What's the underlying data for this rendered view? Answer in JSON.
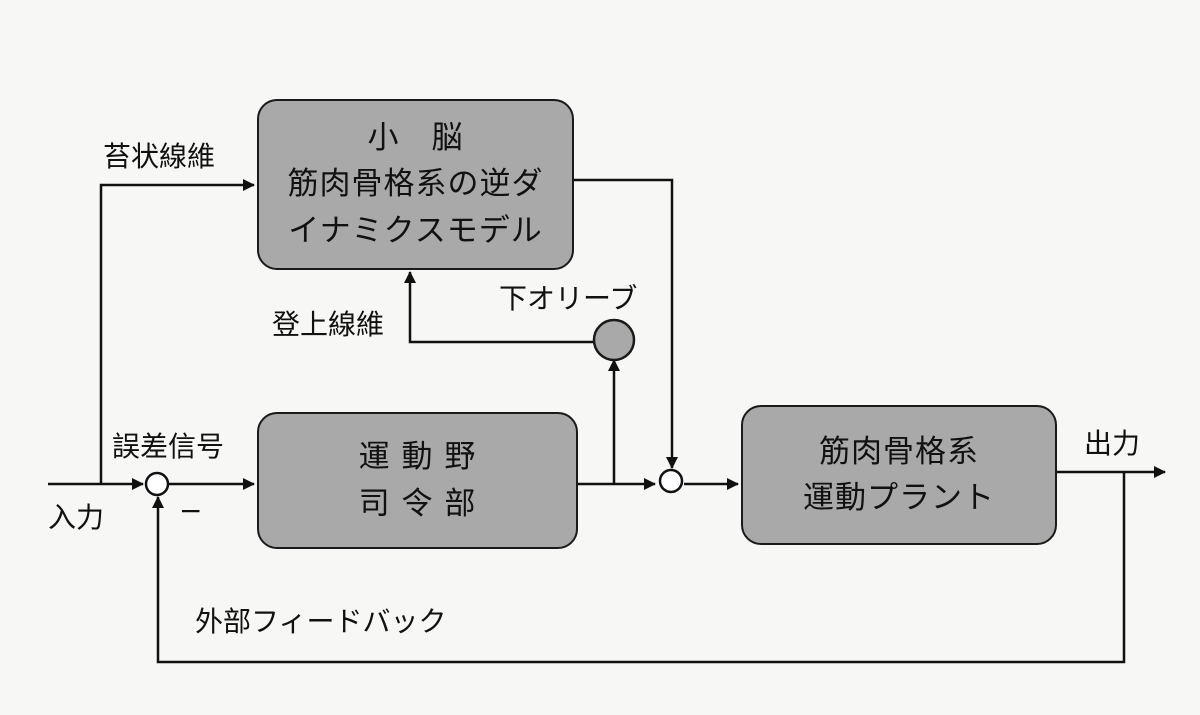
{
  "cerebellum": {
    "title": "小　脳",
    "line1": "筋肉骨格系の逆ダ",
    "line2": "イナミクスモデル"
  },
  "motor_cortex": {
    "line1": "運 動 野",
    "line2": "司 令 部"
  },
  "musculoskeletal": {
    "line1": "筋肉骨格系",
    "line2": "運動プラント"
  },
  "labels": {
    "mossy_fiber": "苔状線維",
    "climbing_fiber": "登上線維",
    "inferior_olive": "下オリーブ",
    "error_signal": "誤差信号",
    "input": "入力",
    "minus": "−",
    "output": "出力",
    "external_feedback": "外部フィードバック"
  }
}
